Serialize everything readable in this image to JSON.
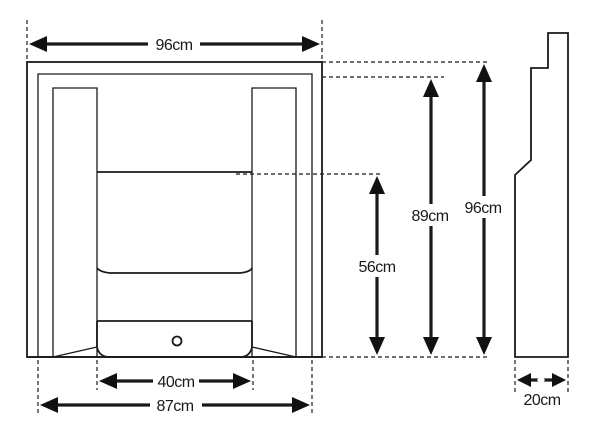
{
  "diagram": {
    "dimensions": {
      "top_width": "96cm",
      "opening_height": "89cm",
      "overall_height": "96cm",
      "insert_height": "56cm",
      "insert_width": "40cm",
      "inner_width": "87cm",
      "depth": "20cm"
    },
    "line_color": "#1a1a1a",
    "background": "#ffffff"
  }
}
